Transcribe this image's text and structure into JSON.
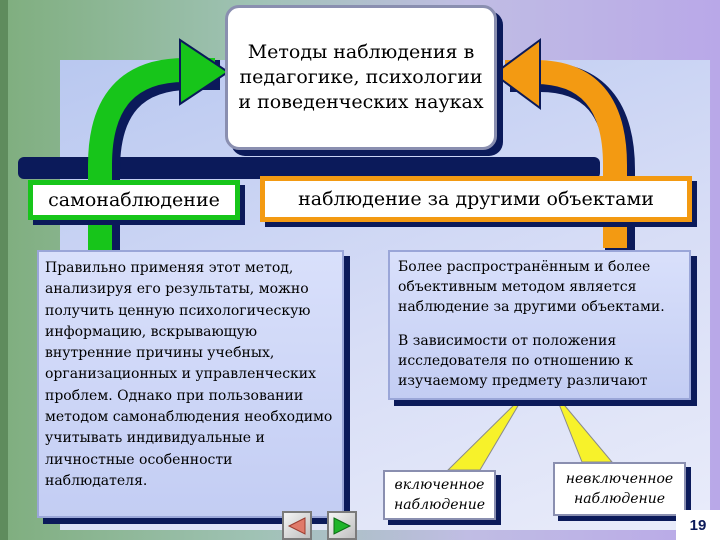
{
  "title": "Методы наблюдения в педагогике, психологии и поведенческих науках",
  "branches": {
    "left": "самонаблюдение",
    "right": "наблюдение за другими объектами"
  },
  "left_text": "Правильно применяя этот метод, анализируя его результаты, можно получить ценную психологическую информацию, вскрывающую внутренние причины учебных, организационных и управленческих проблем. Однако при пользовании методом самонаблюдения необходимо учитывать индивидуальные и личностные особенности наблюдателя.",
  "right_text": {
    "para1": "Более распространённым и более объективным методом является наблюдение за другими объектами.",
    "para2": "В зависимости от положения исследователя по отношению к изучаемому предмету различают"
  },
  "subtypes": {
    "included": "включенное наблюдение",
    "not_included": "невключенное наблюдение"
  },
  "page_number": "19",
  "colors": {
    "green_arrow": "#17c51a",
    "orange_arrow": "#f39a12",
    "navy_shadow": "#0b1a5a",
    "callout_yellow": "#f7f22a",
    "text_panel": "#c8d1f5"
  },
  "icons": {
    "prev": "triangle-left",
    "next": "triangle-right"
  }
}
